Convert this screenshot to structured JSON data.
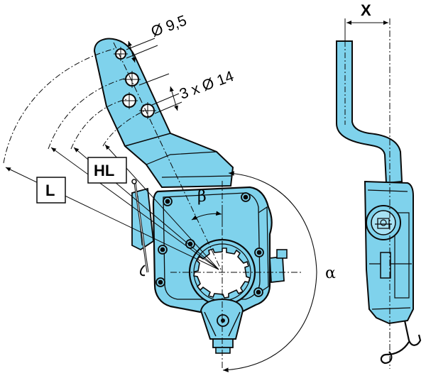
{
  "labels": {
    "dim_top_hole": "Ø 9,5",
    "dim_holes": "3 x Ø 14",
    "dim_x": "X",
    "box_l": "L",
    "box_hl": "HL",
    "angle_beta": "β",
    "angle_alpha": "α"
  },
  "colors": {
    "part_fill": "#7fd2ec",
    "part_fill_light": "#a8e2f4",
    "outline": "#0a0a0a",
    "background": "#ffffff"
  },
  "icons": {
    "brand_logo": "bpw-seal-icon"
  }
}
